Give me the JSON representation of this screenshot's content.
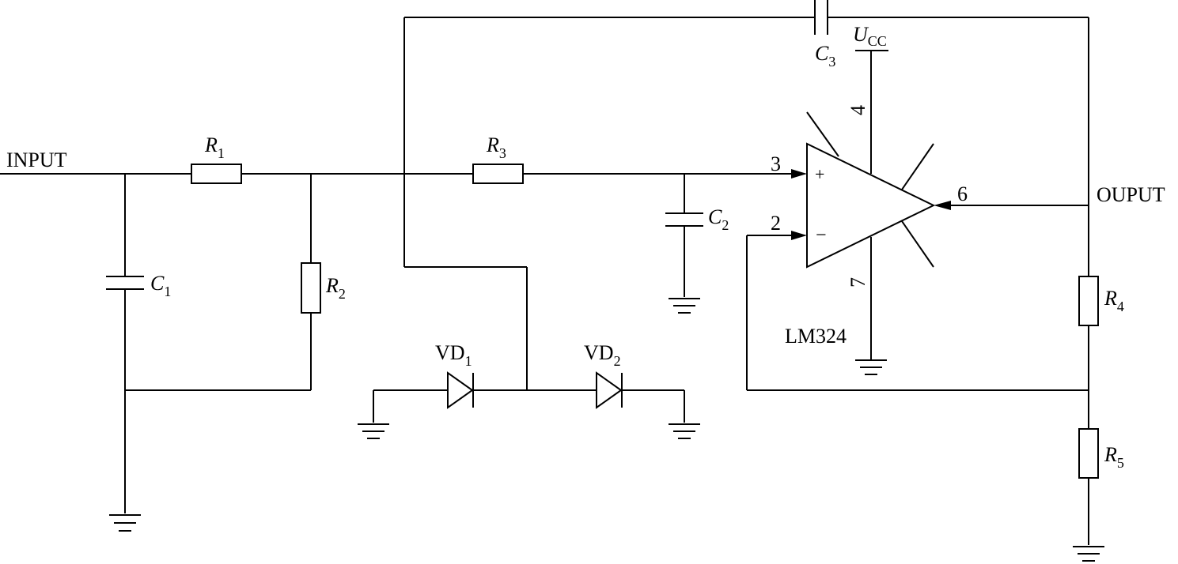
{
  "labels": {
    "input": "INPUT",
    "output": "OUPUT",
    "chip": "LM324",
    "supply": {
      "main": "U",
      "sub": "CC"
    },
    "pins": {
      "p3": "3",
      "p2": "2",
      "p6": "6",
      "p4": "4",
      "p7": "7"
    },
    "opamp_plus": "+",
    "opamp_minus": "−"
  },
  "components": {
    "R1": {
      "letter": "R",
      "sub": "1"
    },
    "R2": {
      "letter": "R",
      "sub": "2"
    },
    "R3": {
      "letter": "R",
      "sub": "3"
    },
    "R4": {
      "letter": "R",
      "sub": "4"
    },
    "R5": {
      "letter": "R",
      "sub": "5"
    },
    "C1": {
      "letter": "C",
      "sub": "1"
    },
    "C2": {
      "letter": "C",
      "sub": "2"
    },
    "C3": {
      "letter": "C",
      "sub": "3"
    },
    "VD1": {
      "letter": "VD",
      "sub": "1"
    },
    "VD2": {
      "letter": "VD",
      "sub": "2"
    }
  }
}
